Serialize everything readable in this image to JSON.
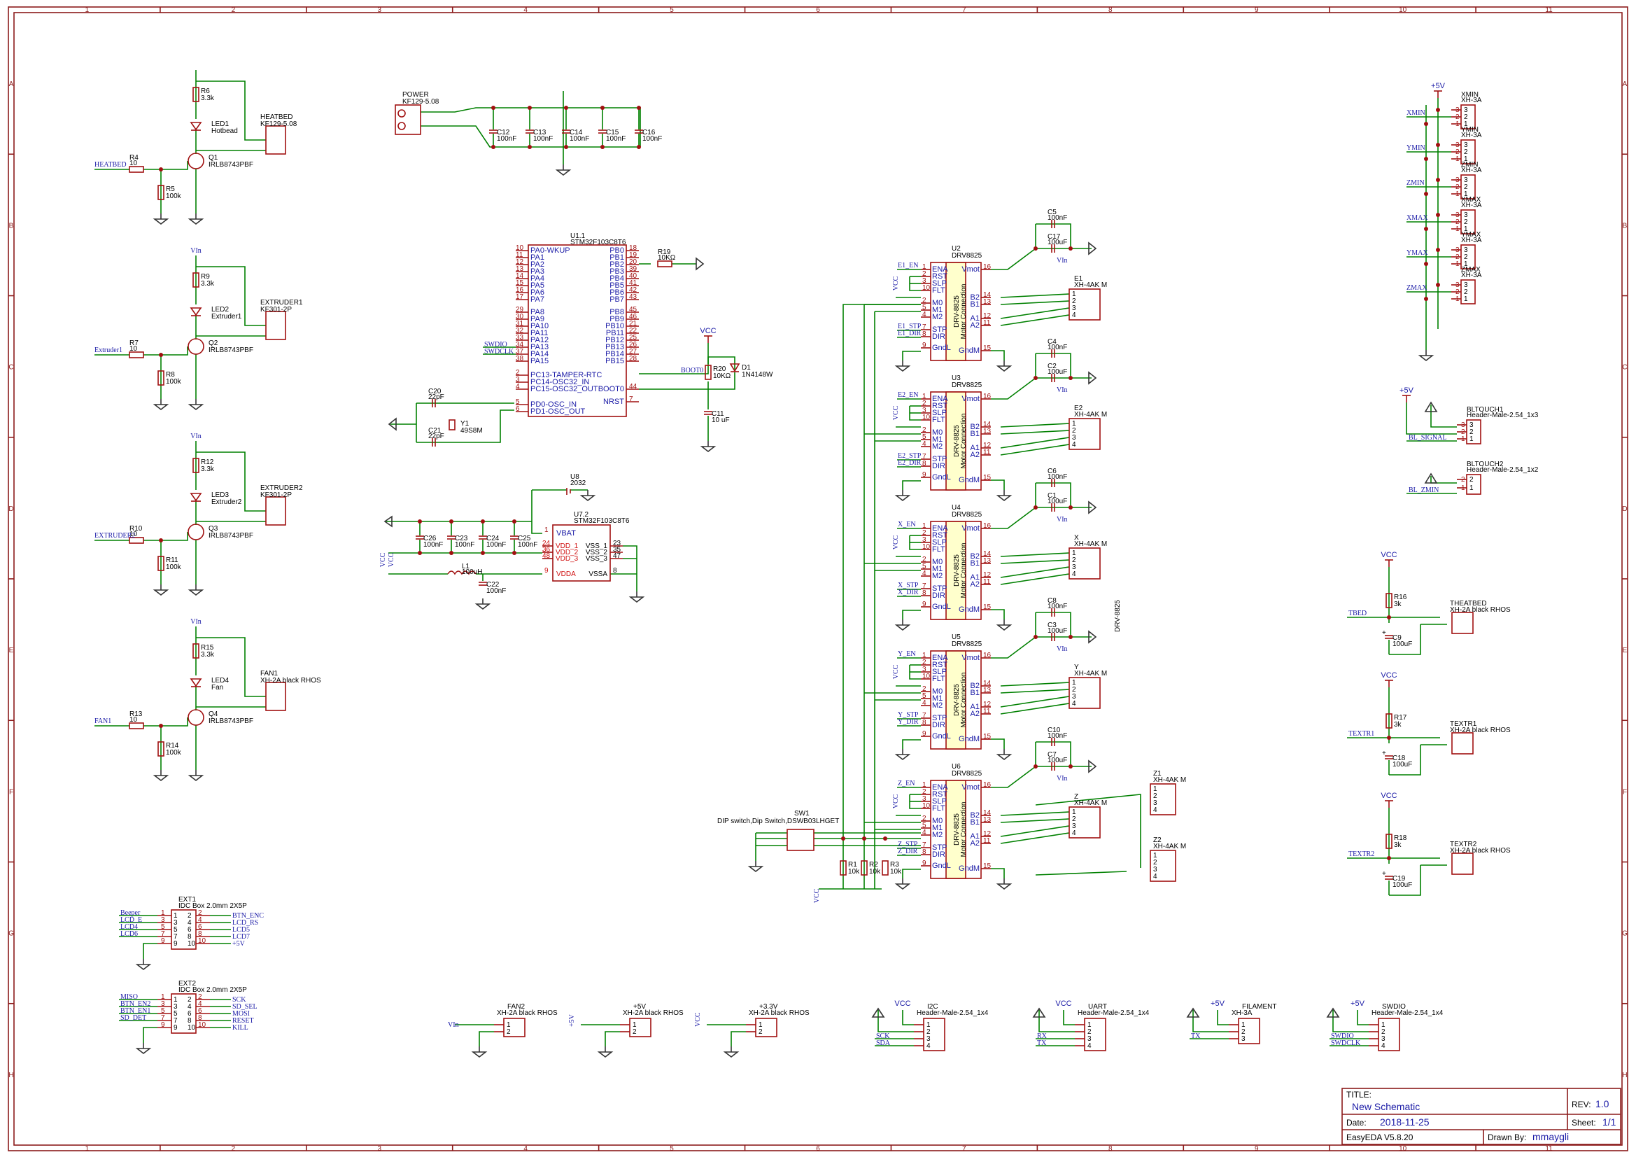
{
  "zones": {
    "columns": [
      "1",
      "2",
      "3",
      "4",
      "5",
      "6",
      "7",
      "8",
      "9",
      "10",
      "11"
    ],
    "rows": [
      "A",
      "B",
      "C",
      "D",
      "E",
      "F",
      "G",
      "H"
    ]
  },
  "title_block": {
    "title_label": "TITLE:",
    "title": "New Schematic",
    "rev_label": "REV:",
    "rev": "1.0",
    "date_label": "Date:",
    "date": "2018-11-25",
    "sheet_label": "Sheet:",
    "sheet": "1/1",
    "software": "EasyEDA V5.8.20",
    "drawn_label": "Drawn By:",
    "drawn_by": "mmaygli"
  },
  "power": {
    "ref": "POWER",
    "value": "KF129-5.08",
    "caps": [
      {
        "ref": "C12",
        "value": "100nF"
      },
      {
        "ref": "C13",
        "value": "100nF"
      },
      {
        "ref": "C14",
        "value": "100nF"
      },
      {
        "ref": "C15",
        "value": "100nF"
      },
      {
        "ref": "C16",
        "value": "100nF"
      }
    ]
  },
  "heater_stages": [
    {
      "pull_ref": "R6",
      "pull_val": "3.3k",
      "led_ref": "LED1",
      "led_val": "Hotbead",
      "conn_ref": "HEATBED",
      "conn_val": "KF129-5.08",
      "gate_ref": "R4",
      "gate_val": "10",
      "net": "HEATBED",
      "q_ref": "Q1",
      "q_val": "IRLB8743PBF",
      "pd_ref": "R5",
      "pd_val": "100k",
      "supply": ""
    },
    {
      "pull_ref": "R9",
      "pull_val": "3.3k",
      "led_ref": "LED2",
      "led_val": "Extruder1",
      "conn_ref": "EXTRUDER1",
      "conn_val": "KF301-2P",
      "gate_ref": "R7",
      "gate_val": "10",
      "net": "Extruder1",
      "q_ref": "Q2",
      "q_val": "IRLB8743PBF",
      "pd_ref": "R8",
      "pd_val": "100k",
      "supply": "VIn"
    },
    {
      "pull_ref": "R12",
      "pull_val": "3.3k",
      "led_ref": "LED3",
      "led_val": "Extruder2",
      "conn_ref": "EXTRUDER2",
      "conn_val": "KF301-2P",
      "gate_ref": "R10",
      "gate_val": "10",
      "net": "EXTRUDER2",
      "q_ref": "Q3",
      "q_val": "IRLB8743PBF",
      "pd_ref": "R11",
      "pd_val": "100k",
      "supply": "VIn"
    },
    {
      "pull_ref": "R15",
      "pull_val": "3.3k",
      "led_ref": "LED4",
      "led_val": "Fan",
      "conn_ref": "FAN1",
      "conn_val": "XH-2A black RHOS",
      "gate_ref": "R13",
      "gate_val": "10",
      "net": "FAN1",
      "q_ref": "Q4",
      "q_val": "IRLB8743PBF",
      "pd_ref": "R14",
      "pd_val": "100k",
      "supply": "VIn"
    }
  ],
  "mcu": {
    "ref": "U1.1",
    "value": "STM32F103C8T6",
    "left_pins": [
      {
        "num": "10",
        "name": "PA0-WKUP"
      },
      {
        "num": "11",
        "name": "PA1"
      },
      {
        "num": "12",
        "name": "PA2"
      },
      {
        "num": "13",
        "name": "PA3"
      },
      {
        "num": "14",
        "name": "PA4"
      },
      {
        "num": "15",
        "name": "PA5"
      },
      {
        "num": "16",
        "name": "PA6"
      },
      {
        "num": "17",
        "name": "PA7"
      },
      {
        "num": "29",
        "name": "PA8"
      },
      {
        "num": "30",
        "name": "PA9"
      },
      {
        "num": "31",
        "name": "PA10"
      },
      {
        "num": "32",
        "name": "PA11"
      },
      {
        "num": "33",
        "name": "PA12"
      },
      {
        "num": "34",
        "name": "PA13"
      },
      {
        "num": "37",
        "name": "PA14"
      },
      {
        "num": "38",
        "name": "PA15"
      },
      {
        "num": "2",
        "name": "PC13-TAMPER-RTC"
      },
      {
        "num": "3",
        "name": "PC14-OSC32_IN"
      },
      {
        "num": "4",
        "name": "PC15-OSC32_OUT"
      },
      {
        "num": "5",
        "name": "PD0-OSC_IN"
      },
      {
        "num": "6",
        "name": "PD1-OSC_OUT"
      }
    ],
    "right_pins": [
      {
        "num": "18",
        "name": "PB0"
      },
      {
        "num": "19",
        "name": "PB1"
      },
      {
        "num": "20",
        "name": "PB2"
      },
      {
        "num": "39",
        "name": "PB3"
      },
      {
        "num": "40",
        "name": "PB4"
      },
      {
        "num": "41",
        "name": "PB5"
      },
      {
        "num": "42",
        "name": "PB6"
      },
      {
        "num": "43",
        "name": "PB7"
      },
      {
        "num": "45",
        "name": "PB8"
      },
      {
        "num": "46",
        "name": "PB9"
      },
      {
        "num": "21",
        "name": "PB10"
      },
      {
        "num": "22",
        "name": "PB11"
      },
      {
        "num": "25",
        "name": "PB12"
      },
      {
        "num": "26",
        "name": "PB13"
      },
      {
        "num": "27",
        "name": "PB14"
      },
      {
        "num": "28",
        "name": "PB15"
      },
      {
        "num": "44",
        "name": "BOOT0"
      },
      {
        "num": "7",
        "name": "NRST"
      }
    ],
    "swdio": "SWDIO",
    "swdclk": "SWDCLK",
    "boot_net": "BOOT0"
  },
  "mcu_misc": {
    "r19": "R19",
    "r19_val": "10KΩ",
    "r20": "R20",
    "r20_val": "10KΩ",
    "d1": "D1",
    "d1_val": "1N4148W",
    "c11": "C11",
    "c11_val": "10 uF",
    "vcc": "VCC",
    "c20": "C20",
    "c20_val": "22pF",
    "c21": "C21",
    "c21_val": "22pF",
    "y1": "Y1",
    "y1_val": "49S8M"
  },
  "mcu_power": {
    "ref": "U7.2",
    "value": "STM32F103C8T6",
    "u8": "U8",
    "u8_val": "2032",
    "caps": [
      {
        "ref": "C26",
        "value": "100nF"
      },
      {
        "ref": "C23",
        "value": "100nF"
      },
      {
        "ref": "C24",
        "value": "100nF"
      },
      {
        "ref": "C25",
        "value": "100nF"
      }
    ],
    "vbat": "VBAT",
    "vdd": [
      {
        "num": "24",
        "name": "VDD_1"
      },
      {
        "num": "36",
        "name": "VDD_2"
      },
      {
        "num": "48",
        "name": "VDD_3"
      }
    ],
    "vss": [
      {
        "num": "23",
        "name": "VSS_1"
      },
      {
        "num": "35",
        "name": "VSS_2"
      },
      {
        "num": "47",
        "name": "VSS_3"
      }
    ],
    "vdda": "VDDA",
    "vdda_num": "9",
    "vssa": "VSSA",
    "vssa_num": "8",
    "vbat_num": "1",
    "l1": "L1",
    "l1_val": "100uH",
    "c22": "C22",
    "c22_val": "100nF",
    "vcc": "VCC"
  },
  "drivers": [
    {
      "ref": "U2",
      "en": "E1_EN",
      "stp": "E1_STP",
      "dir": "E1_DIR",
      "conn": "E1",
      "cap_small": "C5",
      "cap_big": "C17"
    },
    {
      "ref": "U3",
      "en": "E2_EN",
      "stp": "E2_STP",
      "dir": "E2_DIR",
      "conn": "E2",
      "cap_small": "C4",
      "cap_big": "C2"
    },
    {
      "ref": "U4",
      "en": "X_EN",
      "stp": "X_STP",
      "dir": "X_DIR",
      "conn": "X",
      "cap_small": "C6",
      "cap_big": "C1"
    },
    {
      "ref": "U5",
      "en": "Y_EN",
      "stp": "Y_STP",
      "dir": "Y_DIR",
      "conn": "Y",
      "cap_small": "C8",
      "cap_big": "C3"
    },
    {
      "ref": "U6",
      "en": "Z_EN",
      "stp": "Z_STP",
      "dir": "Z_DIR",
      "conn": "Z",
      "cap_small": "C10",
      "cap_big": "C7"
    }
  ],
  "driver_common": {
    "value": "DRV8825",
    "body": "DRV-8825",
    "body2": "Motor Connection",
    "conn_val": "XH-4AK M",
    "cap_small_val": "100nF",
    "cap_big_val": "100uF",
    "vin": "VIn",
    "vcc": "VCC",
    "left_pins": [
      {
        "num": "1",
        "name": "ENA"
      },
      {
        "num": "2",
        "name": "RST"
      },
      {
        "num": "3",
        "name": "SLP"
      },
      {
        "num": "10",
        "name": "FLT"
      },
      {
        "num": "2",
        "name": "M0"
      },
      {
        "num": "5",
        "name": "M1"
      },
      {
        "num": "4",
        "name": "M2"
      },
      {
        "num": "7",
        "name": "STP"
      },
      {
        "num": "8",
        "name": "DIR"
      },
      {
        "num": "9",
        "name": "GndL"
      }
    ],
    "right_pins": [
      {
        "num": "16",
        "name": "Vmot"
      },
      {
        "num": "14",
        "name": "B2"
      },
      {
        "num": "13",
        "name": "B1"
      },
      {
        "num": "12",
        "name": "A1"
      },
      {
        "num": "11",
        "name": "A2"
      },
      {
        "num": "15",
        "name": "GndM"
      }
    ],
    "side_label": "DRV-8825",
    "z1": "Z1",
    "z2": "Z2",
    "sw1": "SW1",
    "sw1_val": "DIP switch,Dip Switch,DSWB03LHGET",
    "resistors": [
      {
        "ref": "R1",
        "value": "10k"
      },
      {
        "ref": "R2",
        "value": "10k"
      },
      {
        "ref": "R3",
        "value": "10k"
      }
    ]
  },
  "endstops": {
    "supply": "+5V",
    "items": [
      {
        "ref": "XMIN",
        "net": "XMIN"
      },
      {
        "ref": "YMIN",
        "net": "YMIN"
      },
      {
        "ref": "ZMIN",
        "net": "ZMIN"
      },
      {
        "ref": "XMAX",
        "net": "XMAX"
      },
      {
        "ref": "YMAX",
        "net": "YMAX"
      },
      {
        "ref": "ZMAX",
        "net": "ZMAX"
      }
    ],
    "value": "XH-3A"
  },
  "bltouch": {
    "supply": "+5V",
    "b1": "BLTOUCH1",
    "b1_val": "Header-Male-2.54_1x3",
    "b1_net": "BL_SIGNAL",
    "b2": "BLTOUCH2",
    "b2_val": "Header-Male-2.54_1x2",
    "b2_net": "BL_ZMIN"
  },
  "thermistors": [
    {
      "vcc": "VCC",
      "r": "R16",
      "r_val": "3k",
      "net": "TBED",
      "c": "C9",
      "c_val": "100uF",
      "conn": "THEATBED",
      "conn_val": "XH-2A black RHOS"
    },
    {
      "vcc": "VCC",
      "r": "R17",
      "r_val": "3k",
      "net": "TEXTR1",
      "c": "C18",
      "c_val": "100uF",
      "conn": "TEXTR1",
      "conn_val": "XH-2A black RHOS"
    },
    {
      "vcc": "VCC",
      "r": "R18",
      "r_val": "3k",
      "net": "TEXTR2",
      "c": "C19",
      "c_val": "100uF",
      "conn": "TEXTR2",
      "conn_val": "XH-2A black RHOS"
    }
  ],
  "exp": [
    {
      "ref": "EXT1",
      "value": "IDC Box 2.0mm 2X5P",
      "left": [
        "Beeper",
        "LCD_E",
        "LCD4",
        "LCD6",
        ""
      ],
      "right": [
        "BTN_ENC",
        "LCD_RS",
        "LCD5",
        "LCD7",
        "+5V"
      ],
      "lnums": [
        "1",
        "3",
        "5",
        "7",
        "9"
      ],
      "rnums": [
        "2",
        "4",
        "6",
        "8",
        "10"
      ]
    },
    {
      "ref": "EXT2",
      "value": "IDC Box 2.0mm 2X5P",
      "left": [
        "MISO",
        "BTN_EN2",
        "BTN_EN1",
        "SD_DET",
        ""
      ],
      "right": [
        "SCK",
        "SD_SEL",
        "MOSI",
        "RESET",
        "KILL"
      ],
      "lnums": [
        "1",
        "3",
        "5",
        "7",
        "9"
      ],
      "rnums": [
        "2",
        "4",
        "6",
        "8",
        "10"
      ]
    }
  ],
  "bottom_conns": [
    {
      "ref": "FAN2",
      "value": "XH-2A black RHOS",
      "supply": "VIn",
      "nets": []
    },
    {
      "ref": "+5V",
      "value": "XH-2A black RHOS",
      "supply": "+5V",
      "nets": []
    },
    {
      "ref": "+3.3V",
      "value": "XH-2A black RHOS",
      "supply": "VCC",
      "nets": []
    },
    {
      "ref": "I2C",
      "value": "Header-Male-2.54_1x4",
      "supply": "VCC",
      "nets": [
        "SCK",
        "SDA"
      ]
    },
    {
      "ref": "UART",
      "value": "Header-Male-2.54_1x4",
      "supply": "VCC",
      "nets": [
        "RX",
        "TX"
      ]
    },
    {
      "ref": "FILAMENT",
      "value": "XH-3A",
      "supply": "+5V",
      "nets": [
        "TX"
      ]
    },
    {
      "ref": "SWDIO",
      "value": "Header-Male-2.54_1x4",
      "supply": "+5V",
      "nets": [
        "SWDIO",
        "SWDCLK"
      ]
    }
  ]
}
